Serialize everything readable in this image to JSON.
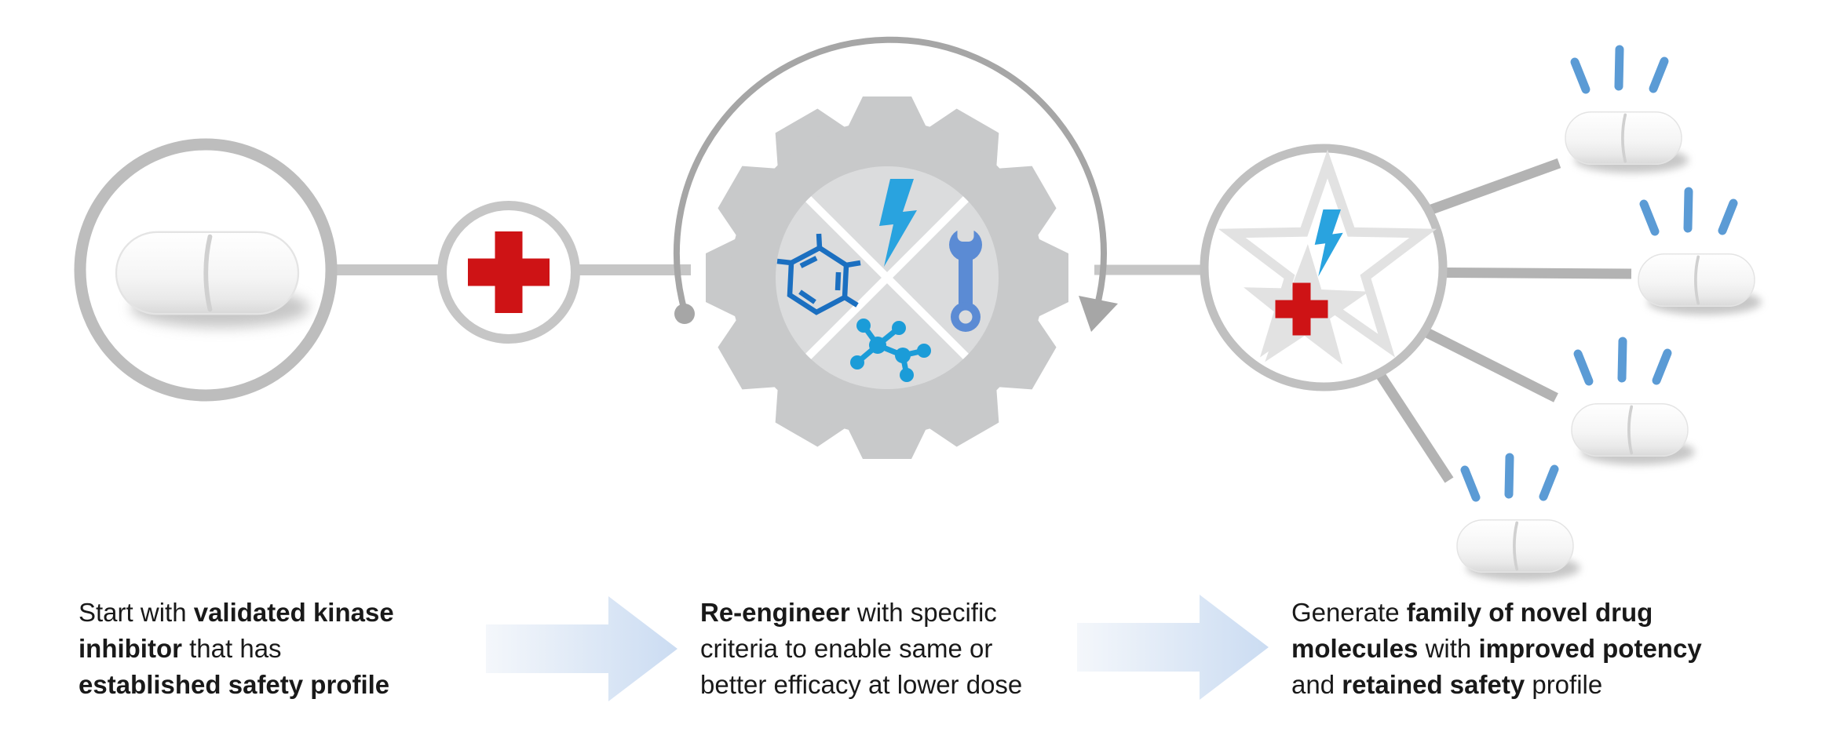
{
  "figure_title": "",
  "captions": [
    {
      "name": "step-1",
      "segments": [
        {
          "text": "Start with ",
          "bold": false
        },
        {
          "text": "validated kinase\ninhibitor",
          "bold": true
        },
        {
          "text": " that has\n",
          "bold": false
        },
        {
          "text": "established safety profile",
          "bold": true
        }
      ]
    },
    {
      "name": "step-2",
      "segments": [
        {
          "text": "Re-engineer",
          "bold": true
        },
        {
          "text": " with specific\ncriteria to enable same or\nbetter efficacy at lower dose",
          "bold": false
        }
      ]
    },
    {
      "name": "step-3",
      "segments": [
        {
          "text": "Generate ",
          "bold": false
        },
        {
          "text": "family of novel drug\nmolecules",
          "bold": true
        },
        {
          "text": " with ",
          "bold": false
        },
        {
          "text": "improved potency",
          "bold": true
        },
        {
          "text": "\nand ",
          "bold": false
        },
        {
          "text": "retained safety",
          "bold": true
        },
        {
          "text": " profile",
          "bold": false
        }
      ]
    }
  ],
  "icons": {
    "pill": "capsule tablet with score line",
    "medical-cross": "red plus sign",
    "gear": "12-tooth cog with quadrant icons",
    "lightning": "blue lightning bolt",
    "benzene-ring": "hexagonal aromatic ring",
    "wrench": "open-end wrench",
    "molecule": "ball-and-stick molecule",
    "cycle-arrow": "circular arrow around gear",
    "star": "five-point star",
    "sparkle": "three radiating dashes",
    "flow-arrow": "right-pointing block arrow"
  },
  "colors": {
    "ring_gray": "#bdbdbd",
    "connector_gray": "#c6c6c6",
    "cycle_arrow_gray": "#a6a6a6",
    "gear_body": "#c8c9ca",
    "gear_inner": "#dbdcdd",
    "star_gray": "#e2e2e2",
    "cross_red": "#ce1315",
    "bolt_blue": "#29a3df",
    "benzene_blue": "#1b6fc0",
    "wrench_blue": "#5b8bd4",
    "molecule_blue": "#1b9cd8",
    "sparkle_blue": "#5b9bd5",
    "text": "#191919",
    "arrow_gradient_start": "#f4f7fb",
    "arrow_gradient_end": "#cbdcf2"
  }
}
